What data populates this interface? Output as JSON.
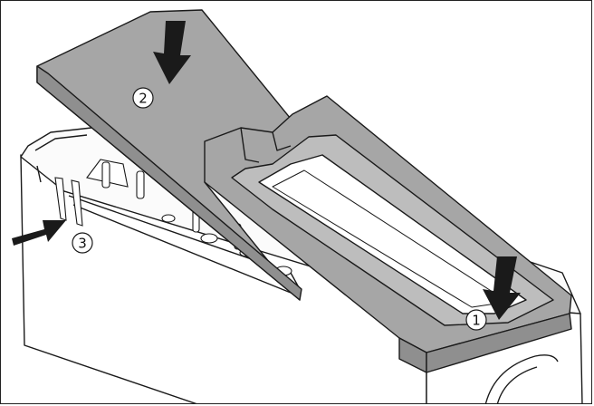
{
  "colors": {
    "background": "#ffffff",
    "line": "#1a1a1a",
    "tray_fill": "#a6a6a6",
    "tray_fill_dark": "#8f8f8f",
    "tray_fill_light": "#bdbdbd",
    "arrow_fill": "#1a1a1a"
  },
  "callouts": [
    {
      "id": "1",
      "label": "1"
    },
    {
      "id": "2",
      "label": "2"
    },
    {
      "id": "3",
      "label": "3"
    }
  ]
}
